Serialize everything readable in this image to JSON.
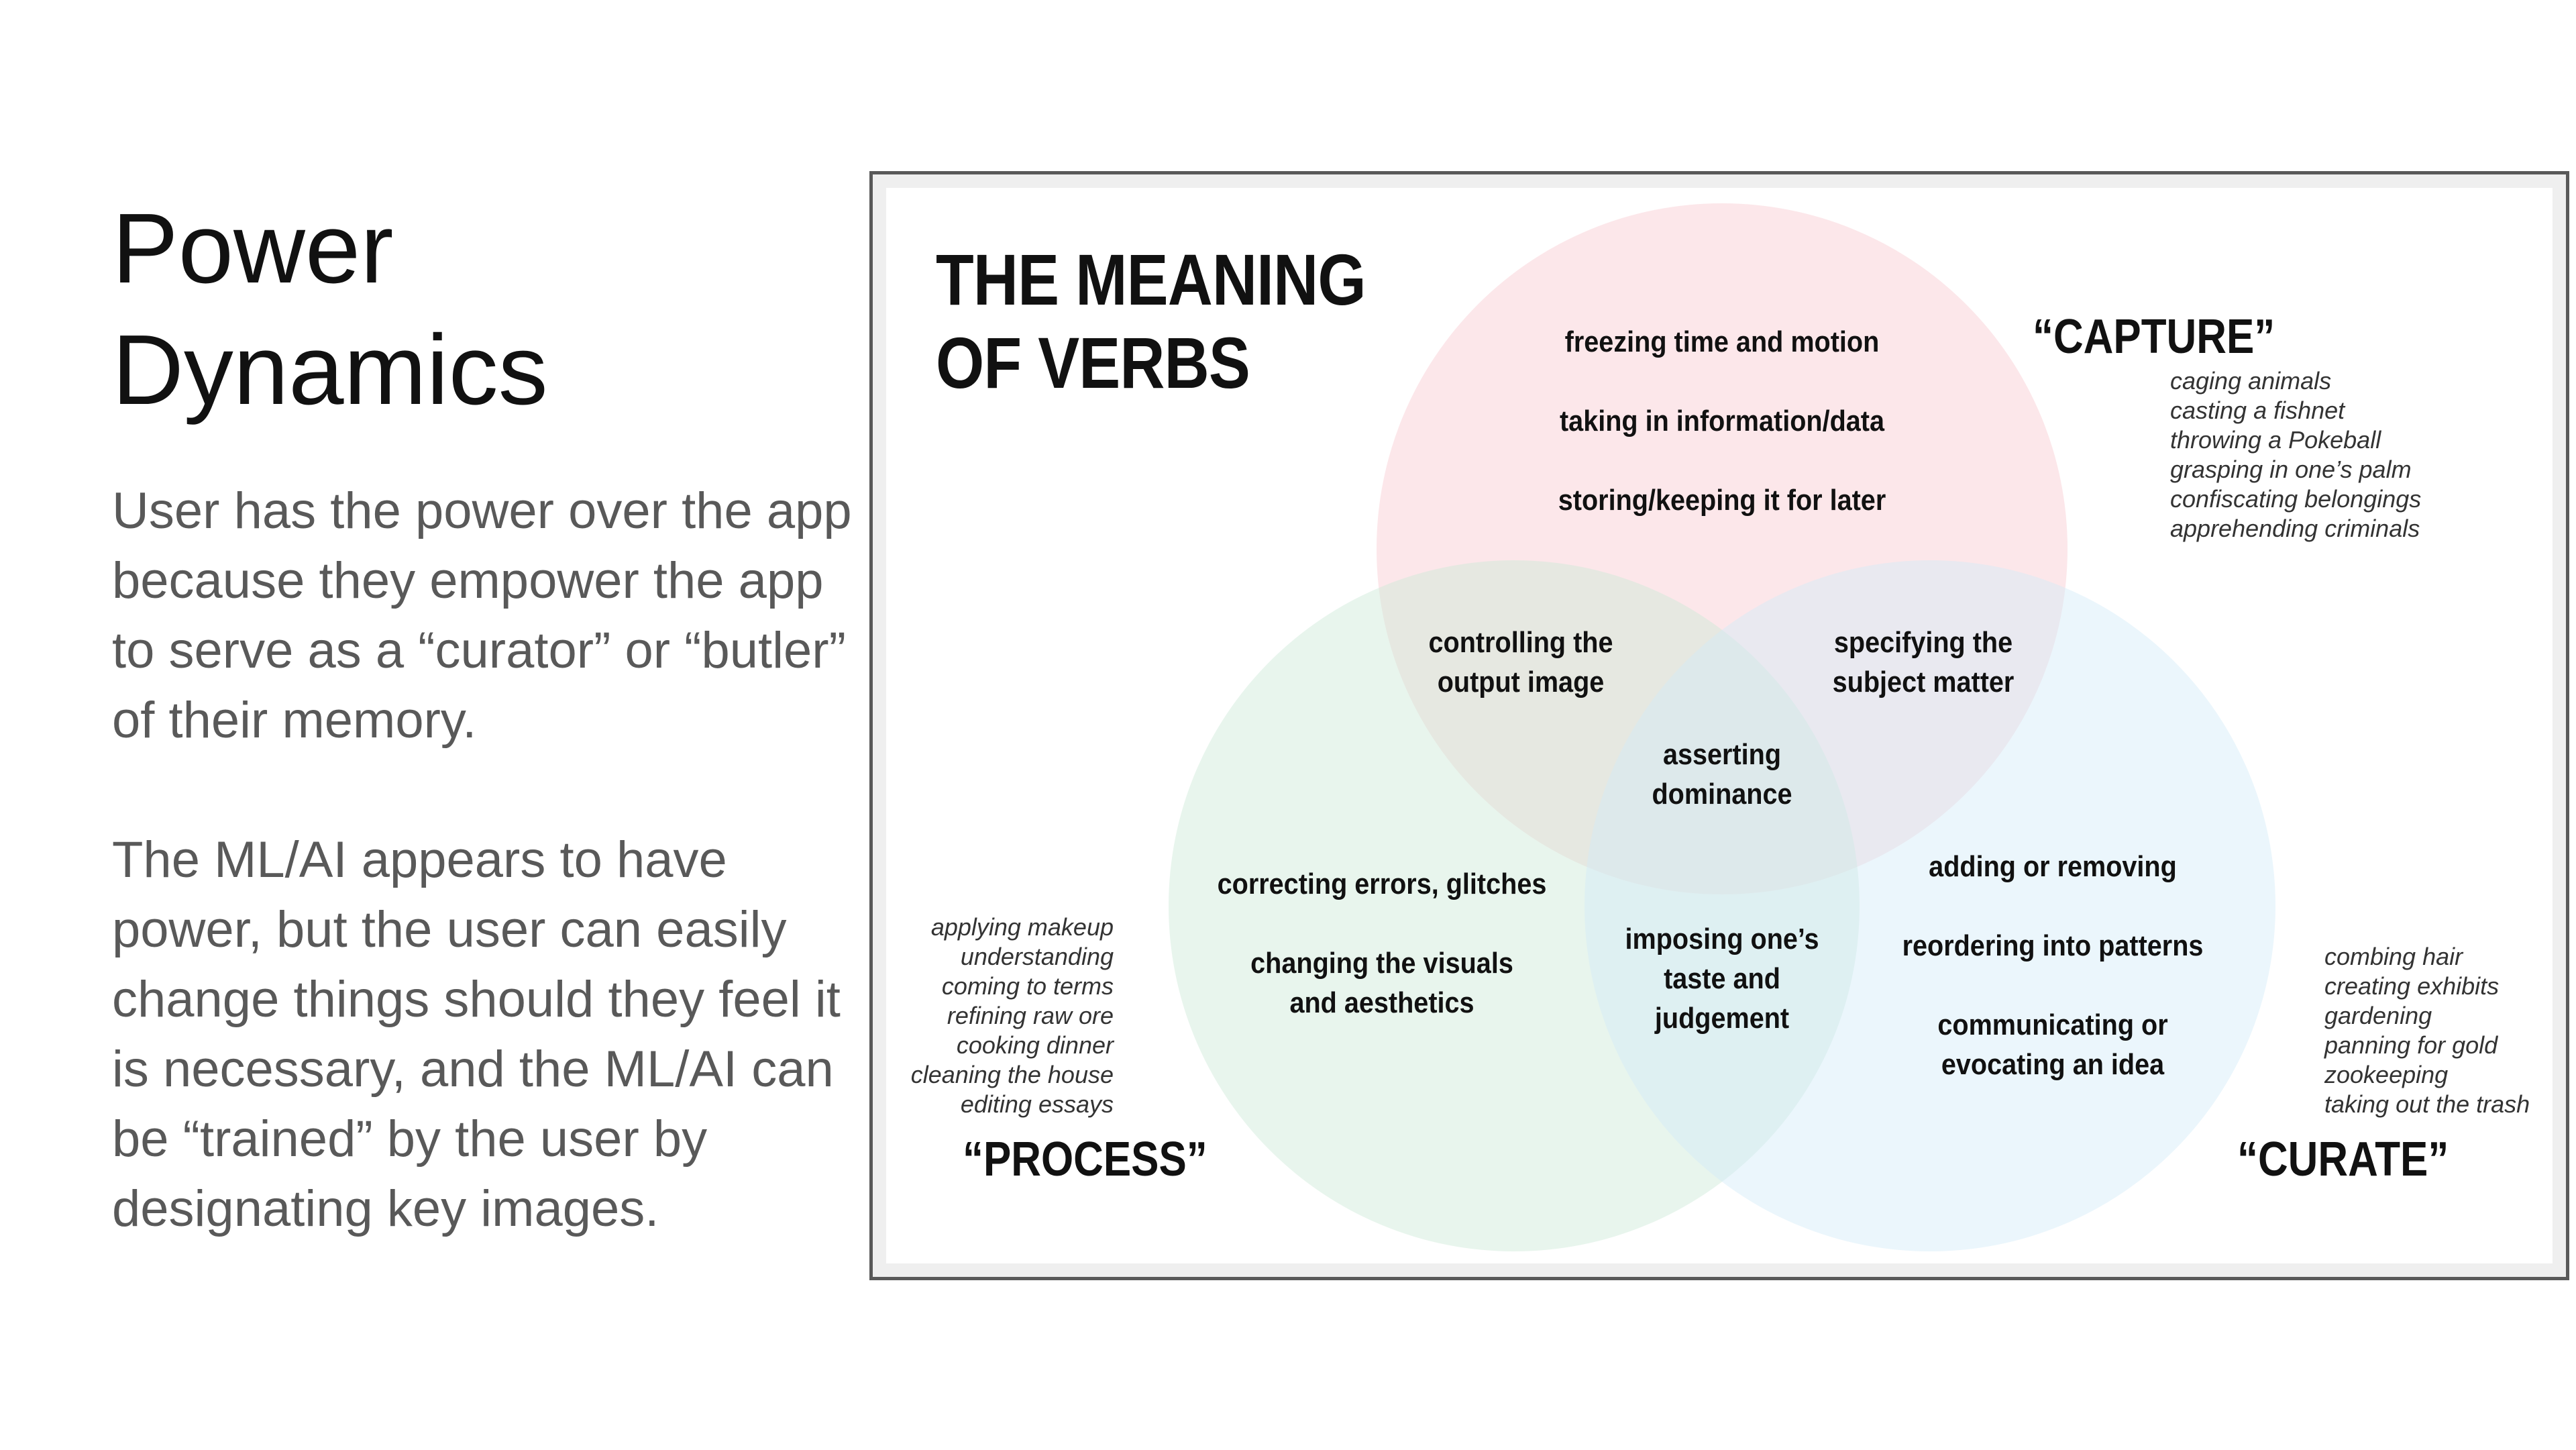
{
  "slide": {
    "title_lines": [
      "Power",
      "Dynamics"
    ],
    "paragraphs": [
      "User has the power over the app because they empower the app to serve as a “curator” or “butler” of their memory.",
      "The ML/AI appears to have power, but the user can easily change things should they feel it is necessary, and the ML/AI can be “trained” by the user by designating key images."
    ]
  },
  "diagram": {
    "heading_lines": [
      "THE MEANING",
      "OF VERBS"
    ],
    "colors": {
      "capture": "#f9d3d8",
      "process": "#cce9d8",
      "curate": "#d3ecf9",
      "frame": "#595959"
    },
    "sets": {
      "capture": {
        "label": "“CAPTURE”",
        "examples": [
          "caging animals",
          "casting a fishnet",
          "throwing a Pokeball",
          "grasping in one’s palm",
          "confiscating belongings",
          "apprehending criminals"
        ]
      },
      "process": {
        "label": "“PROCESS”",
        "examples": [
          "applying makeup",
          "understanding",
          "coming to terms",
          "refining raw ore",
          "cooking dinner",
          "cleaning the house",
          "editing essays"
        ]
      },
      "curate": {
        "label": "“CURATE”",
        "examples": [
          "combing hair",
          "creating exhibits",
          "gardening",
          "panning for gold",
          "zookeeping",
          "taking out the trash"
        ]
      }
    },
    "regions": {
      "capture_only": [
        "freezing time and motion",
        "taking in information/data",
        "storing/keeping it for later"
      ],
      "capture_process": [
        "controlling the",
        "output image"
      ],
      "capture_curate": [
        "specifying the",
        "subject matter"
      ],
      "center": [
        "asserting",
        "dominance"
      ],
      "process_only": {
        "first": "correcting errors, glitches",
        "second": [
          "changing the visuals",
          "and aesthetics"
        ]
      },
      "process_curate": [
        "imposing one’s",
        "taste and",
        "judgement"
      ],
      "curate_only": {
        "first": "adding or removing",
        "second": "reordering into patterns",
        "third": [
          "communicating or",
          "evocating an idea"
        ]
      }
    }
  }
}
